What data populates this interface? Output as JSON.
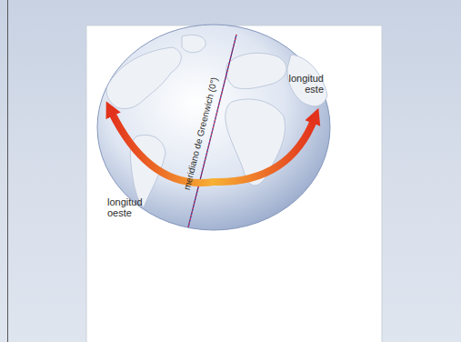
{
  "diagram": {
    "labels": [
      "meridiano de Greenwich (0°)",
      "longitud este",
      "longitud oeste"
    ]
  }
}
